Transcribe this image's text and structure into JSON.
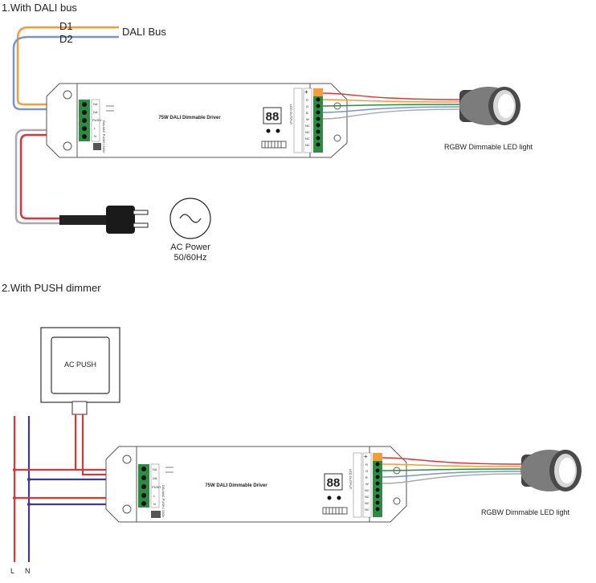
{
  "sections": [
    {
      "title": "1.With DALI bus"
    },
    {
      "title": "2.With PUSH dimmer"
    }
  ],
  "dali": {
    "d1": "D1",
    "d2": "D2",
    "bus_label": "DALI Bus"
  },
  "driver": {
    "title": "75W DALI Dimmable Driver",
    "digits": "88",
    "led_output_label": "LED OUTPUT",
    "input_label": "DALI/AC PUSH / 240V",
    "terminals_left": [
      "DA",
      "DA",
      "PUSH",
      "L",
      "N"
    ],
    "terminals_right": [
      "+",
      "R",
      "G",
      "B",
      "W",
      "NC",
      "NC",
      "NC",
      "NC"
    ]
  },
  "ac_power": {
    "line1": "AC Power",
    "line2": "50/60Hz"
  },
  "led_light": {
    "label": "RGBW Dimmable LED light"
  },
  "push": {
    "label": "AC PUSH"
  },
  "mains": {
    "l": "L",
    "n": "N"
  },
  "colors": {
    "orange": "#f39c3a",
    "blue": "#7a95c8",
    "red": "#d9373c",
    "gray": "#a7a9ac",
    "navy": "#3f3a93",
    "green": "#2e8b43",
    "black": "#222222"
  }
}
